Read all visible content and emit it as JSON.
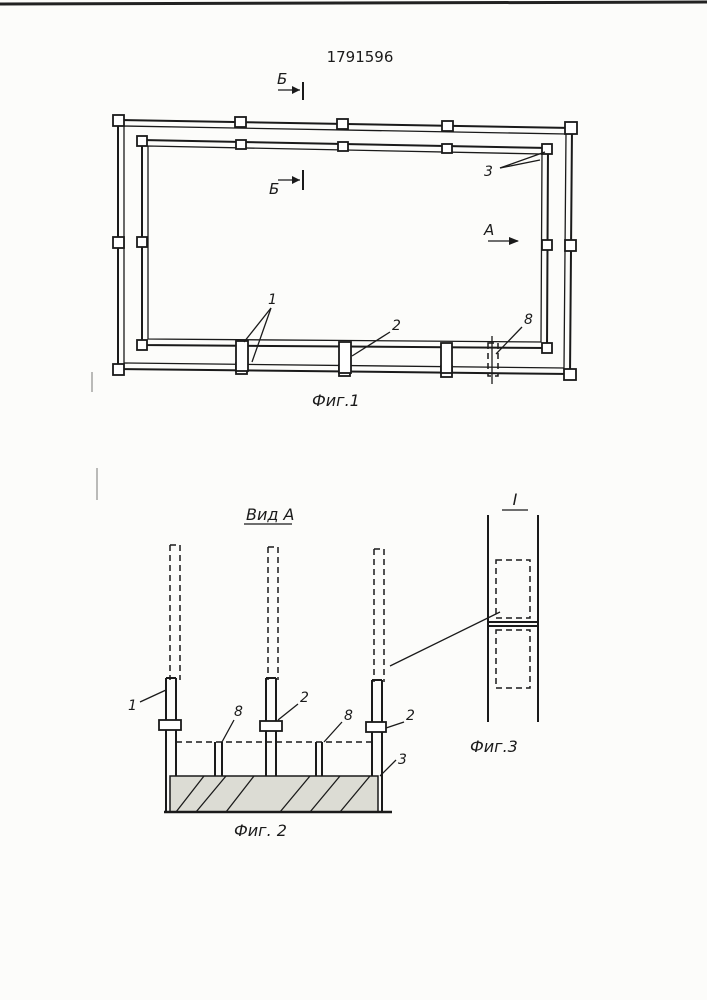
{
  "patent_number": "1791596",
  "fig1": {
    "caption": "Фиг.1",
    "section_mark": "Б",
    "view_mark": "А",
    "callouts": [
      "1",
      "2",
      "3",
      "8"
    ]
  },
  "fig2": {
    "view_title": "Вид А",
    "caption": "Фиг. 2",
    "callouts": [
      "1",
      "2",
      "8",
      "8",
      "2",
      "3"
    ]
  },
  "fig3": {
    "detail_mark": "I",
    "caption": "Фиг.3"
  }
}
